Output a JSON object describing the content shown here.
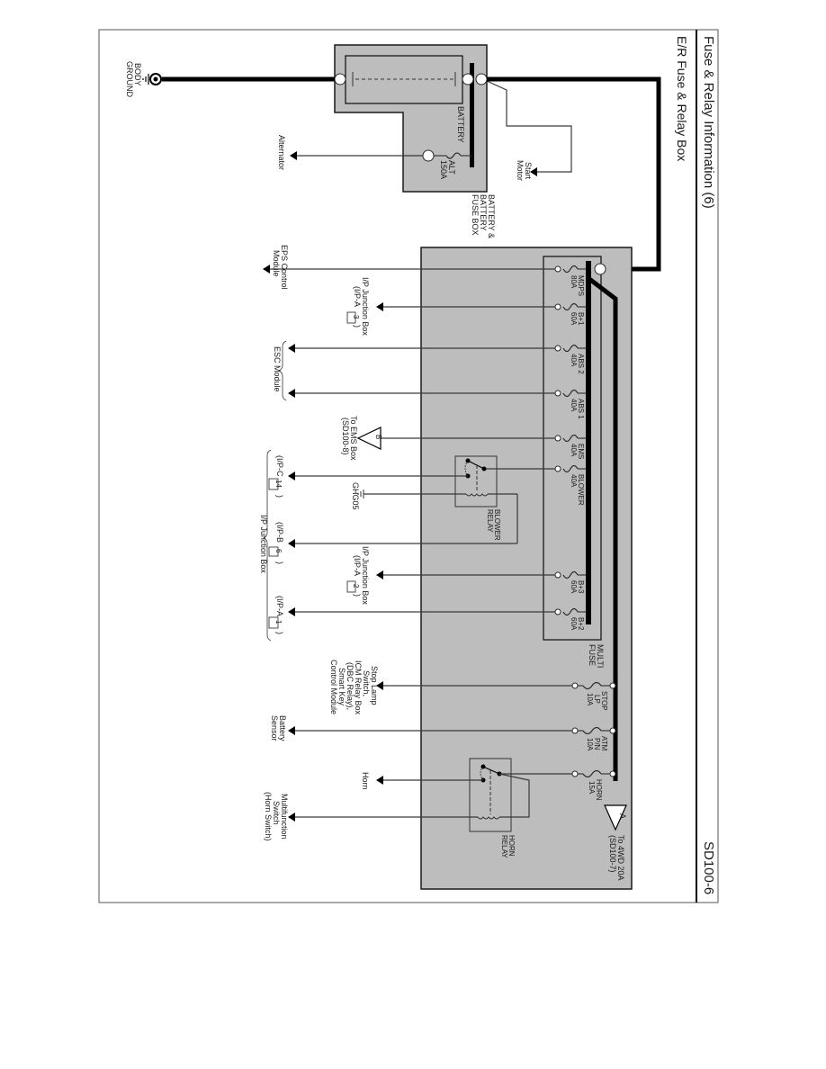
{
  "header": {
    "title": "Fuse & Relay Information (6)",
    "subtitle": "E/R Fuse & Relay Box",
    "page_code": "SD100-6"
  },
  "battery_section": {
    "box_label": [
      "BATTERY &",
      "BATTERY",
      "FUSE BOX"
    ],
    "battery_label": "BATTERY",
    "ground_label": [
      "BODY",
      "GROUND"
    ],
    "start_motor_label": [
      "Start",
      "Motor"
    ],
    "alt_fuse": {
      "name": "ALT",
      "rating": "150A",
      "destination": "Alternator"
    }
  },
  "multi_fuse": {
    "label": [
      "MULTI",
      "FUSE"
    ],
    "fuses": [
      {
        "name": "MDPS",
        "rating": "80A",
        "destination": [
          "EPS Control",
          "Module"
        ]
      },
      {
        "name": "B+1",
        "rating": "60A",
        "destination": [
          "I/P Junction Box",
          "(I/P-A",
          "3",
          ")"
        ]
      },
      {
        "name": "ABS 2",
        "rating": "40A",
        "destination": [
          "ESC Module"
        ]
      },
      {
        "name": "ABS 1",
        "rating": "40A",
        "destination": [
          "ESC Module"
        ]
      },
      {
        "name": "EMS",
        "rating": "40A",
        "destination": [
          "To EMS Box",
          "(SD100-8)"
        ],
        "connector": "B"
      },
      {
        "name": "BLOWER",
        "rating": "40A",
        "destination": [
          "(I/P-C",
          "14",
          ")"
        ]
      },
      {
        "name": "B+3",
        "rating": "60A",
        "destination": [
          "I/P Junction Box",
          "(I/P-A",
          "2",
          ")"
        ]
      },
      {
        "name": "B+2",
        "rating": "60A",
        "destination": [
          "(I/P-A",
          "1",
          ")"
        ]
      }
    ]
  },
  "blower_relay": {
    "label": [
      "BLOWER",
      "RELAY"
    ],
    "ground": "GHG05",
    "coil_output": [
      "(I/P-B",
      "6",
      ")"
    ]
  },
  "ip_junction_group_label": "I/P Junction Box",
  "esc_group_label": "ESC Module",
  "small_fuses": [
    {
      "name": [
        "STOP",
        "LP"
      ],
      "rating": "10A",
      "destination": [
        "Stop Lamp",
        "Switch,",
        "ICM Relay Box",
        "(DBC Relay),",
        "Smart Key",
        "Control Module"
      ]
    },
    {
      "name": [
        "ATM",
        "P/N"
      ],
      "rating": "10A",
      "destination": [
        "Battery",
        "Sensor"
      ]
    },
    {
      "name": [
        "HORN"
      ],
      "rating": "15A",
      "destination": [
        "Horn"
      ]
    }
  ],
  "horn_relay": {
    "label": [
      "HORN",
      "RELAY"
    ],
    "coil_output": [
      "Multifunction",
      "Switch",
      "(Horn Switch)"
    ]
  },
  "connector_a": {
    "label": "A",
    "destination": [
      "To 4WD 20A",
      "(SD100-7)"
    ]
  }
}
